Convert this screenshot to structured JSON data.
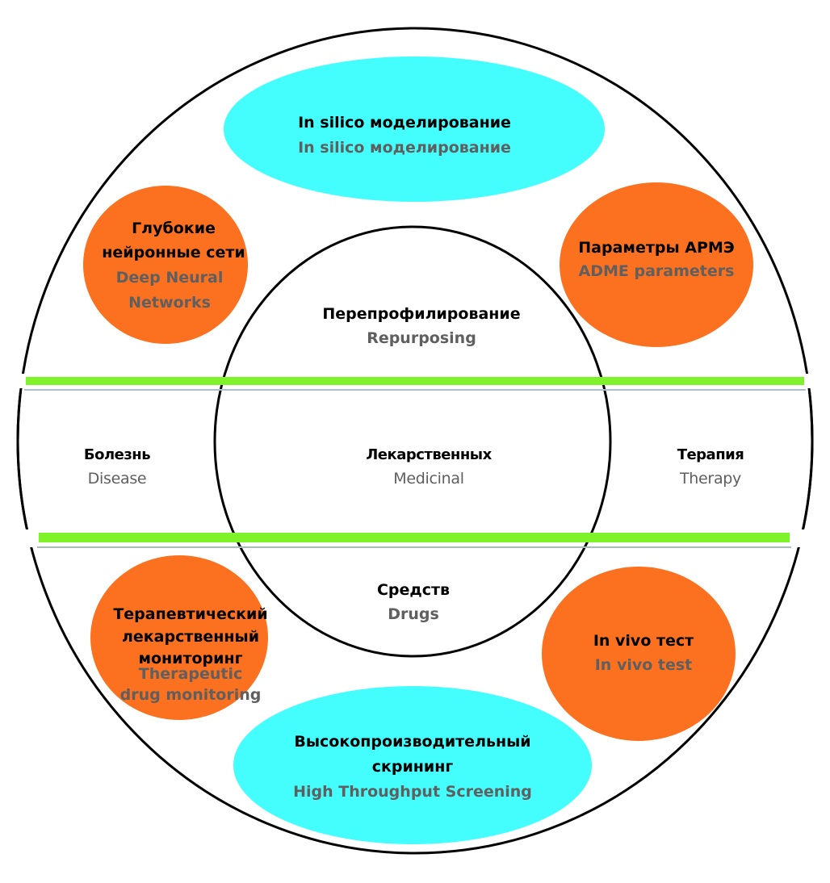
{
  "diagram": {
    "colors": {
      "outer_ring_stroke": "#000000",
      "band_line": "#7ef32a",
      "band_shadow": "#aebfd0",
      "cyan_node": "#44fdfd",
      "orange_node": "#fb711f",
      "ru_text": "#000000",
      "en_text": "#5f5f5f"
    },
    "outer_nodes": {
      "in_silico": {
        "ru": "In silico моделирование",
        "en": "In silico моделирование",
        "shape": "cyan-ellipse"
      },
      "deep_neural": {
        "ru_lines": [
          "Глубокие",
          "нейронные сети"
        ],
        "en_lines": [
          "Deep Neural",
          "Networks"
        ],
        "shape": "orange-circle"
      },
      "adme": {
        "ru": "Параметры АРМЭ",
        "en": "ADME parameters",
        "shape": "orange-circle"
      },
      "tdm": {
        "ru_lines": [
          "Терапевтический",
          "лекарственный",
          "мониторинг"
        ],
        "en_lines": [
          "Therapeutic",
          "drug monitoring"
        ],
        "shape": "orange-circle"
      },
      "in_vivo": {
        "ru": "In vivo тест",
        "en": "In vivo test",
        "shape": "orange-circle"
      },
      "hts": {
        "ru_lines": [
          "Высокопроизводительный",
          "скрининг"
        ],
        "en": "High Throughput Screening",
        "shape": "cyan-ellipse"
      }
    },
    "inner_labels": {
      "repurposing": {
        "ru": "Перепрофилирование",
        "en": "Repurposing"
      },
      "medicinal": {
        "ru": "Лекарственных",
        "en": "Medicinal"
      },
      "drugs": {
        "ru": "Средств",
        "en": "Drugs"
      }
    },
    "band_labels": {
      "disease": {
        "ru": "Болезнь",
        "en": "Disease"
      },
      "therapy": {
        "ru": "Терапия",
        "en": "Therapy"
      }
    }
  }
}
